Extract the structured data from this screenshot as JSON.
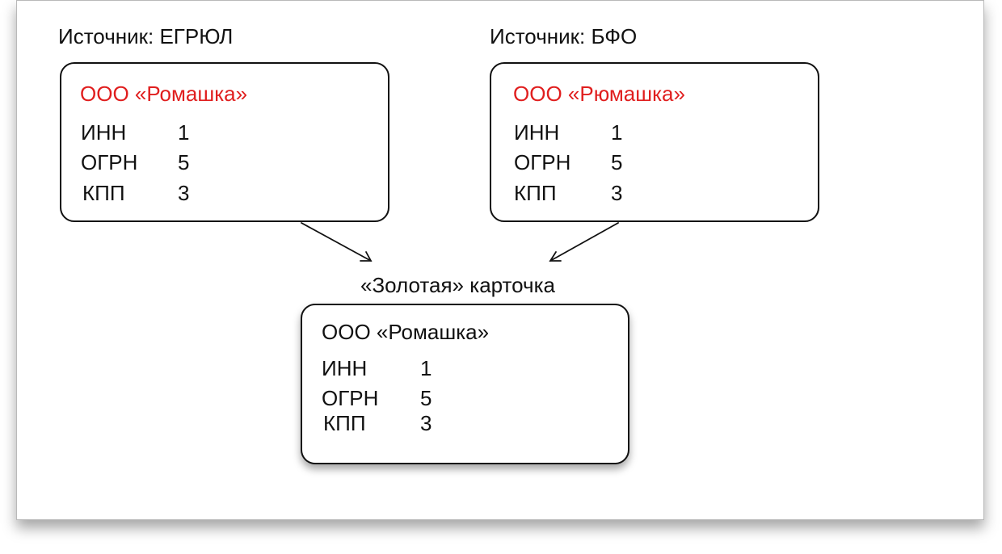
{
  "colors": {
    "highlight": "#e01e1e",
    "text": "#111111"
  },
  "source_cards": [
    {
      "caption": "Источник: ЕГРЮЛ",
      "title": "ООО «Ромашка»",
      "fields": [
        {
          "label": "ИНН",
          "value": "1"
        },
        {
          "label": "ОГРН",
          "value": "5"
        },
        {
          "label": "КПП",
          "value": "3"
        }
      ]
    },
    {
      "caption": "Источник: БФО",
      "title": "ООО «Рюмашка»",
      "fields": [
        {
          "label": "ИНН",
          "value": "1"
        },
        {
          "label": "ОГРН",
          "value": "5"
        },
        {
          "label": "КПП",
          "value": "3"
        }
      ]
    }
  ],
  "golden_card": {
    "caption": "«Золотая» карточка",
    "title": "ООО «Ромашка»",
    "fields": [
      {
        "label": "ИНН",
        "value": "1"
      },
      {
        "label": "ОГРН",
        "value": "5"
      },
      {
        "label": "КПП",
        "value": "3"
      }
    ]
  }
}
